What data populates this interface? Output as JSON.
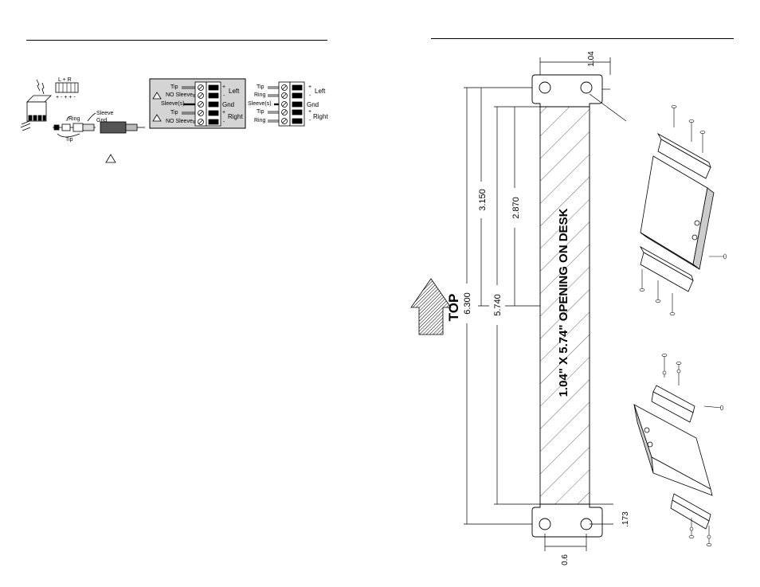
{
  "left_page": {
    "jack": {
      "ring_label": "Ring",
      "tip_label": "Tip",
      "sleeve_label": "Sleeve",
      "gnd_label": "Gnd"
    },
    "balanced": {
      "rows": [
        {
          "label": "Tip",
          "mark": "+"
        },
        {
          "label": "NO Sleeve",
          "mark": "-"
        },
        {
          "label": "Sleeve(s)",
          "mark": ""
        },
        {
          "label": "Tip",
          "mark": "+"
        },
        {
          "label": "NO Sleeve",
          "mark": "-"
        }
      ],
      "left_label": "Left",
      "gnd_label": "Gnd",
      "right_label": "Right"
    },
    "unbalanced": {
      "rows": [
        {
          "label": "Tip",
          "mark": "+"
        },
        {
          "label": "Ring",
          "mark": "-"
        },
        {
          "label": "Sleeve(s)",
          "mark": ""
        },
        {
          "label": "Tip",
          "mark": "+"
        },
        {
          "label": "Ring",
          "mark": "-"
        }
      ],
      "left_label": "Left",
      "gnd_label": "Gnd",
      "right_label": "Right"
    }
  },
  "right_page": {
    "opening_label": "1.04\" X 5.74\" OPENING ON DESK",
    "top_label": "TOP",
    "dims": {
      "width": "1.04",
      "overall_a": "3.150",
      "overall_b": "6.300",
      "inner_a": "2.870",
      "inner_b": "5.740",
      "hole_offset": "0.6",
      "edge": ".173"
    }
  }
}
